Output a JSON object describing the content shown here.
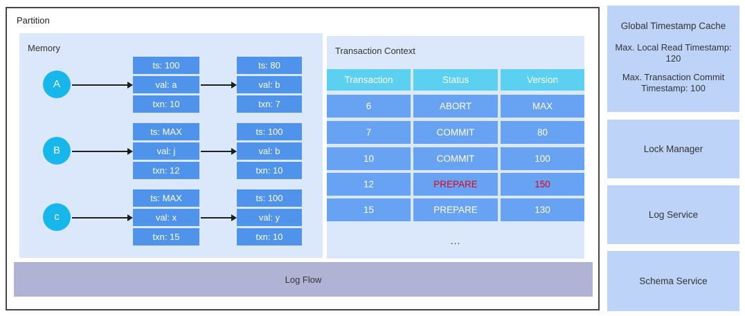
{
  "partition": {
    "label": "Partition"
  },
  "memory": {
    "label": "Memory",
    "rows": [
      {
        "key": "A",
        "nodes": [
          [
            "ts: 100",
            "val: a",
            "txn: 10"
          ],
          [
            "ts: 80",
            "val: b",
            "txn: 7"
          ]
        ]
      },
      {
        "key": "B",
        "nodes": [
          [
            "ts: MAX",
            "val: j",
            "txn: 12"
          ],
          [
            "ts: 100",
            "val: b",
            "txn: 10"
          ]
        ]
      },
      {
        "key": "c",
        "nodes": [
          [
            "ts: MAX",
            "val: x",
            "txn: 15"
          ],
          [
            "ts: 100",
            "val: y",
            "txn: 10"
          ]
        ]
      }
    ]
  },
  "transaction_context": {
    "title": "Transaction Context",
    "headers": [
      "Transaction",
      "Status",
      "Version"
    ],
    "rows": [
      {
        "cells": [
          "6",
          "ABORT",
          "MAX"
        ],
        "red": []
      },
      {
        "cells": [
          "7",
          "COMMIT",
          "80"
        ],
        "red": []
      },
      {
        "cells": [
          "10",
          "COMMIT",
          "100"
        ],
        "red": []
      },
      {
        "cells": [
          "12",
          "PREPARE",
          "150"
        ],
        "red": [
          1,
          2
        ]
      },
      {
        "cells": [
          "15",
          "PREPARE",
          "130"
        ],
        "red": []
      }
    ],
    "ellipsis": "..."
  },
  "log_flow": {
    "label": "Log Flow"
  },
  "sidebar": {
    "boxes": [
      {
        "title": "Global Timestamp Cache",
        "lines": [
          "Max. Local Read Timestamp: 120",
          "Max. Transaction Commit Timestamp: 100"
        ]
      },
      {
        "title": "Lock Manager",
        "lines": []
      },
      {
        "title": "Log Service",
        "lines": []
      },
      {
        "title": "Schema Service",
        "lines": []
      }
    ]
  },
  "colors": {
    "node_blue": "#4f94ea",
    "cell_blue": "#68a2f3",
    "header_cyan": "#5bd0f1",
    "circle_cyan": "#18b7eb",
    "panel_bg": "#dbe7fb",
    "sidebar_bg": "#bdd3f8",
    "log_flow_bg": "#b1b3d4",
    "alert_red": "#e60012"
  }
}
